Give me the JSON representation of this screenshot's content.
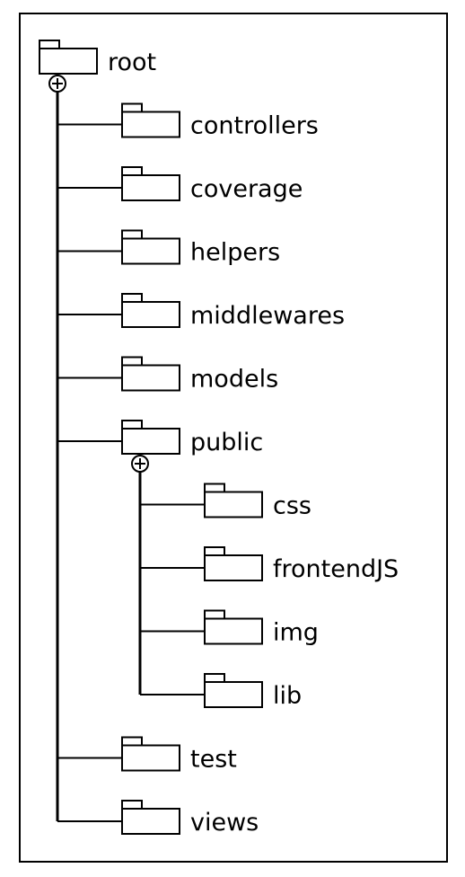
{
  "tree": {
    "root": {
      "label": "root",
      "icon": "folder-icon",
      "expanded": true,
      "children": [
        {
          "label": "controllers",
          "icon": "folder-icon"
        },
        {
          "label": "coverage",
          "icon": "folder-icon"
        },
        {
          "label": "helpers",
          "icon": "folder-icon"
        },
        {
          "label": "middlewares",
          "icon": "folder-icon"
        },
        {
          "label": "models",
          "icon": "folder-icon"
        },
        {
          "label": "public",
          "icon": "folder-icon",
          "expanded": true,
          "children": [
            {
              "label": "css",
              "icon": "folder-icon"
            },
            {
              "label": "frontendJS",
              "icon": "folder-icon"
            },
            {
              "label": "img",
              "icon": "folder-icon"
            },
            {
              "label": "lib",
              "icon": "folder-icon"
            }
          ]
        },
        {
          "label": "test",
          "icon": "folder-icon"
        },
        {
          "label": "views",
          "icon": "folder-icon"
        }
      ]
    }
  },
  "colors": {
    "stroke": "#000000",
    "background": "#ffffff"
  }
}
